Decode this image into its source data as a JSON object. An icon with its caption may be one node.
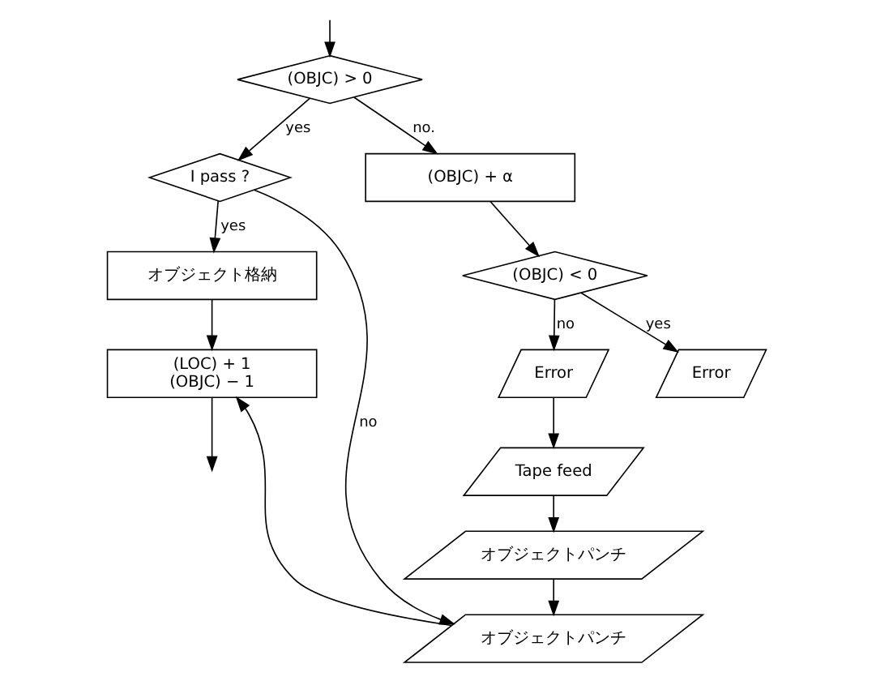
{
  "diagram": {
    "nodes": [
      {
        "text": [
          "(OBJC) > 0"
        ]
      },
      {
        "text": [
          "I pass ?"
        ]
      },
      {
        "text": [
          "オブジェクト格納"
        ]
      },
      {
        "text": [
          "(LOC) + 1",
          "(OBJC) − 1"
        ]
      },
      {
        "text": [
          "(OBJC) + α"
        ]
      },
      {
        "text": [
          "(OBJC) < 0"
        ]
      },
      {
        "text": [
          "Error"
        ]
      },
      {
        "text": [
          "Error"
        ]
      },
      {
        "text": [
          "Tape feed"
        ]
      },
      {
        "text": [
          "オブジェクトパンチ"
        ]
      },
      {
        "text": [
          "オブジェクトパンチ"
        ]
      }
    ],
    "edges": [
      {
        "from": null,
        "to": 0,
        "arrow": "to"
      },
      {
        "from": 0,
        "to": 1,
        "arrow": "to",
        "label": "yes"
      },
      {
        "from": 0,
        "to": 4,
        "arrow": "to",
        "label": "no."
      },
      {
        "from": 1,
        "to": 2,
        "arrow": "to",
        "label": "yes"
      },
      {
        "from": 1,
        "to": 10,
        "arrow": "to",
        "label": "no"
      },
      {
        "from": 2,
        "to": 3,
        "arrow": "to"
      },
      {
        "from": 10,
        "to": 3,
        "arrow": "to"
      },
      {
        "from": 3,
        "to": null,
        "arrow": "to"
      },
      {
        "from": 4,
        "to": 5,
        "arrow": "to"
      },
      {
        "from": 5,
        "to": 7,
        "arrow": "to",
        "label": "yes"
      },
      {
        "from": 5,
        "to": 6,
        "arrow": "to",
        "label": "no"
      },
      {
        "from": 6,
        "to": 8,
        "arrow": "to"
      },
      {
        "from": 8,
        "to": 9,
        "arrow": "to"
      },
      {
        "from": 9,
        "to": 10,
        "arrow": "to"
      }
    ]
  }
}
